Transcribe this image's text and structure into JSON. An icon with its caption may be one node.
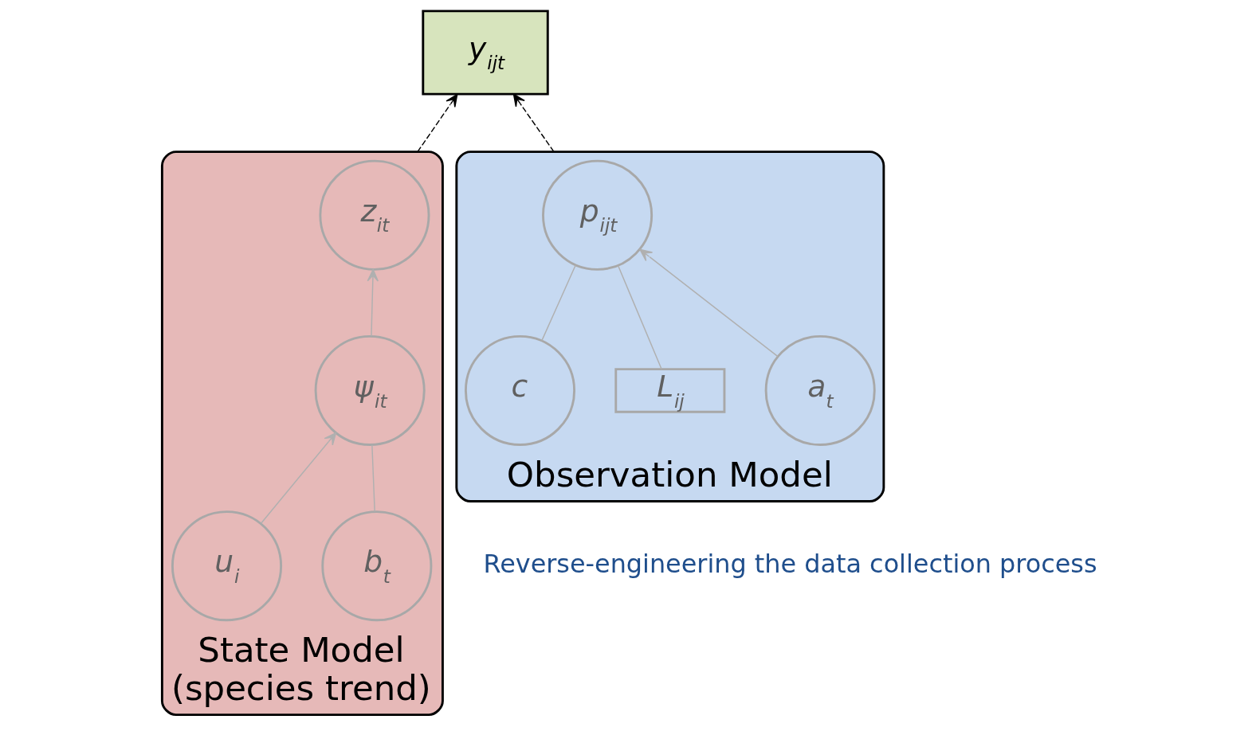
{
  "diagram": {
    "nodes": [
      {
        "text": [
          "y$_{ijt}$"
        ]
      },
      {
        "text": [
          "State Model",
          "(species trend)"
        ]
      },
      {
        "text": [
          "z$_{it}$"
        ],
        "in": 1
      },
      {
        "text": [
          "ψ$_{it}$"
        ],
        "in": 1
      },
      {
        "text": [
          "b$_{t}$"
        ],
        "in": 1
      },
      {
        "text": [
          "u$_{i}$"
        ],
        "in": 1
      },
      {
        "text": [
          "Observation Model"
        ]
      },
      {
        "text": [
          "p$_{ijt}$"
        ],
        "in": 6
      },
      {
        "text": [
          "a$_{t}$"
        ],
        "in": 6
      },
      {
        "text": [
          "L$_{ij}$"
        ],
        "in": 6
      },
      {
        "text": [
          "c"
        ],
        "in": 6
      }
    ],
    "edges": [
      {
        "from": 1,
        "to": 0,
        "arrow": "to",
        "style": "dashed",
        "color": "#000000"
      },
      {
        "from": 6,
        "to": 0,
        "arrow": "to",
        "style": "dashed",
        "color": "#000000"
      },
      {
        "from": 3,
        "to": 2,
        "arrow": "to"
      },
      {
        "from": 5,
        "to": 3,
        "arrow": "to"
      },
      {
        "from": 4,
        "to": 3,
        "arrow": "none"
      },
      {
        "from": 8,
        "to": 7,
        "arrow": "to"
      },
      {
        "from": 9,
        "to": 7,
        "arrow": "none"
      },
      {
        "from": 10,
        "to": 7,
        "arrow": "none"
      }
    ],
    "labels": [
      "Reverse-engineering the data collection process"
    ]
  }
}
